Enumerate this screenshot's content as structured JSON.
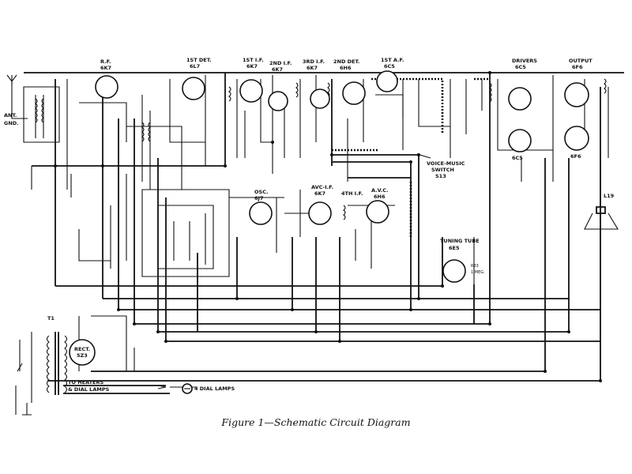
{
  "caption": "Figure 1—Schematic Circuit Diagram",
  "tubes": [
    {
      "name": "R.F.",
      "type": "6K7"
    },
    {
      "name": "1ST DET.",
      "type": "6L7"
    },
    {
      "name": "1ST I.F.",
      "type": "6K7"
    },
    {
      "name": "2ND I.F.",
      "type": "6K7"
    },
    {
      "name": "3RD I.F.",
      "type": "6K7"
    },
    {
      "name": "2ND DET.",
      "type": "6H6"
    },
    {
      "name": "1ST A.F.",
      "type": "6C5"
    },
    {
      "name": "DRIVERS",
      "type": "6C5"
    },
    {
      "name": "OUTPUT",
      "type": "6F6"
    },
    {
      "name": "OSC.",
      "type": "6J7"
    },
    {
      "name": "AVC-I.F.",
      "type": "6K7"
    },
    {
      "name": "4TH I.F.",
      "type": ""
    },
    {
      "name": "A.V.C.",
      "type": "6H6"
    },
    {
      "name": "TUNING TUBE",
      "type": "6E5"
    },
    {
      "name": "RECT.",
      "type": "5Z3"
    }
  ],
  "labels": {
    "ant": "ANT.",
    "gnd": "GND.",
    "voice_music": "VOICE-MUSIC",
    "switch": "SWITCH",
    "s13": "S13",
    "heaters_1": "TO HEATERS",
    "heaters_2": "& DIAL LAMPS",
    "dial_lamps": "4 DIAL LAMPS",
    "transformer": "T1",
    "speaker": "L19",
    "r33": "R33",
    "meg": "1 MEG."
  }
}
